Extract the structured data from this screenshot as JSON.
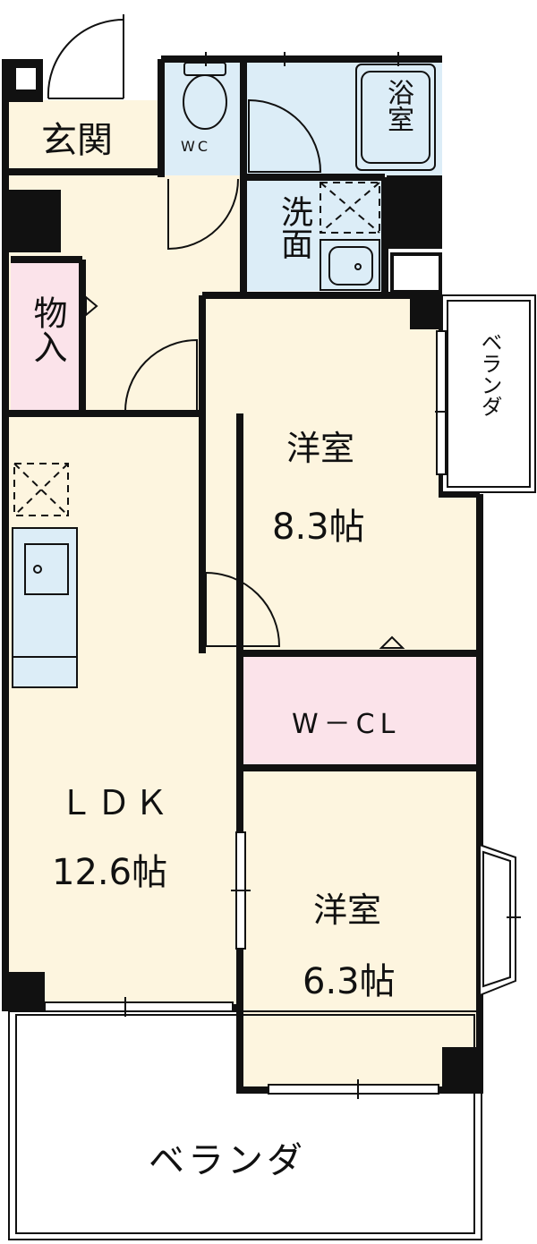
{
  "rooms": {
    "entrance": "玄関",
    "wc": "WC",
    "bath": "浴室",
    "washroom": "洗面",
    "storage": "物入",
    "western_room_1": {
      "name": "洋室",
      "size": "8.3帖"
    },
    "western_room_2": {
      "name": "洋室",
      "size": "6.3帖"
    },
    "walk_in_closet": "W－CL",
    "ldk": {
      "name": "ＬＤＫ",
      "size": "12.6帖"
    },
    "balcony_side": "ベランダ",
    "balcony_main": "ベランダ"
  },
  "colors": {
    "room_fill": "#fdf5df",
    "wet_fill": "#dcedf7",
    "storage_fill": "#fbe3ea",
    "wall": "#111111"
  }
}
